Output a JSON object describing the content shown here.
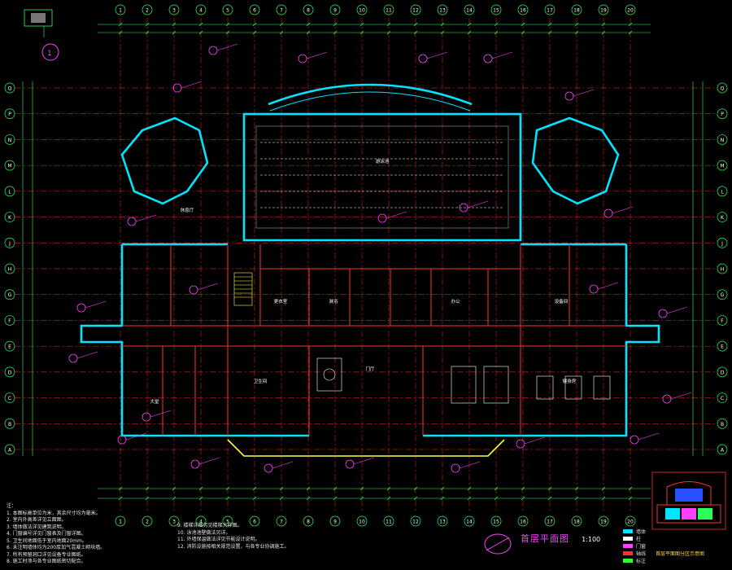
{
  "drawing": {
    "title": "首层平面图",
    "scale": "1:100",
    "section_mark": "1",
    "keyplan_label": "首层平面图分区示意图"
  },
  "grid_top": [
    "1",
    "2",
    "3",
    "4",
    "5",
    "6",
    "7",
    "8",
    "9",
    "10",
    "11",
    "12",
    "13",
    "14",
    "15",
    "16",
    "17",
    "18",
    "19",
    "20"
  ],
  "grid_side": [
    "Q",
    "P",
    "N",
    "M",
    "L",
    "K",
    "J",
    "H",
    "G",
    "F",
    "E",
    "D",
    "C",
    "B",
    "A"
  ],
  "room_labels": [
    "游泳池",
    "休息厅",
    "更衣室",
    "淋浴",
    "门厅",
    "办公",
    "设备间",
    "卫生间",
    "大堂",
    "健身房"
  ],
  "notes": [
    "注：",
    "1. 本图标高单位为米，其余尺寸均为毫米。",
    "2. 室内外高差详见立面图。",
    "3. 墙体做法详见建筑说明。",
    "4. 门窗编号详见门窗表及门窗详图。",
    "5. 卫生间地面低于室内地面20mm。",
    "6. 未注明墙体均为200厚加气混凝土砌块墙。",
    "7. 所有预留洞口详见设备专业图纸。",
    "8. 施工时须与各专业图纸密切配合。"
  ],
  "notes2": [
    "9. 楼梯详图另见楼梯大样图。",
    "10. 泳池池壁做法另详。",
    "11. 外墙保温做法详见节能设计说明。",
    "12. 消防设施按相关规范设置，与各专业协调施工。"
  ],
  "legend": [
    {
      "label": "墙体",
      "color": "#00e5ff"
    },
    {
      "label": "柱",
      "color": "#ffffff"
    },
    {
      "label": "门窗",
      "color": "#ff40ff"
    },
    {
      "label": "轴线",
      "color": "#ff3030"
    },
    {
      "label": "标注",
      "color": "#30ff30"
    }
  ],
  "colors": {
    "background": "#000000",
    "axis": "#ff2a2a",
    "dimension": "#2aff5a",
    "wall": "#00e5ff",
    "callout": "#ff40ff",
    "stair": "#ffff40",
    "furniture": "#ffffff"
  }
}
